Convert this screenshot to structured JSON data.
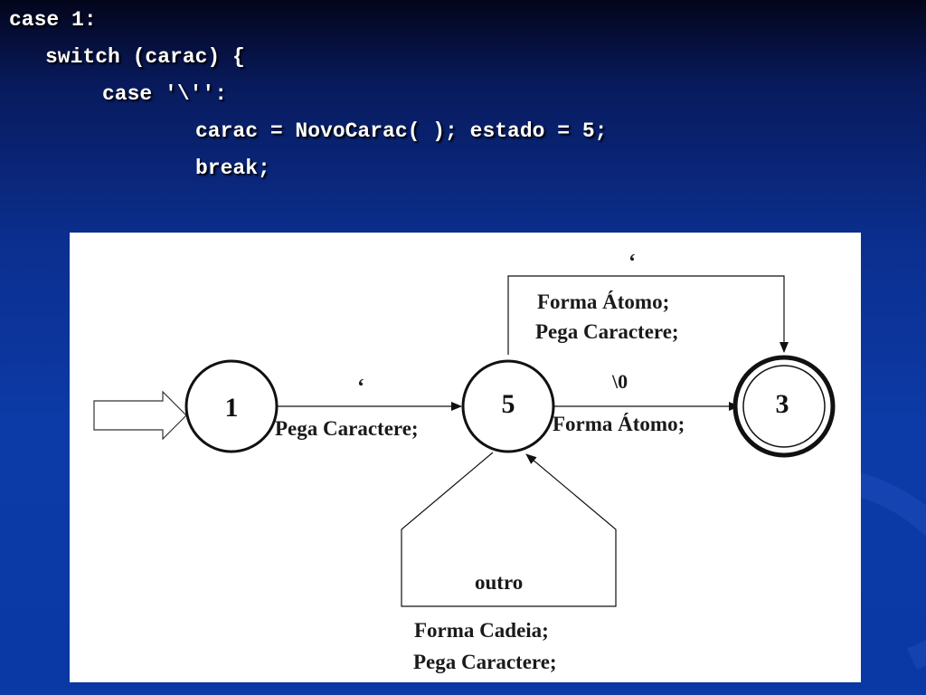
{
  "code": {
    "lines": [
      "case 1:",
      "switch (carac) {",
      "case '\\'':",
      "carac = NovoCarac( ); estado = 5;",
      "break;"
    ]
  },
  "diagram": {
    "states": [
      {
        "id": "1",
        "label": "1",
        "final": false
      },
      {
        "id": "5",
        "label": "5",
        "final": false
      },
      {
        "id": "3",
        "label": "3",
        "final": true
      }
    ],
    "transitions": {
      "t_1_5": {
        "symbol": "‘",
        "action": "Pega Caractere;"
      },
      "t_5_3": {
        "symbol": "\\0",
        "action": "Forma Átomo;"
      },
      "t_5_3_top": {
        "symbol": "‘",
        "action_line1": "Forma Átomo;",
        "action_line2": "Pega Caractere;"
      },
      "t_5_loop": {
        "symbol": "outro",
        "action_line1": "Forma Cadeia;",
        "action_line2": "Pega Caractere;"
      }
    },
    "colors": {
      "background": "#ffffff",
      "ink": "#111111",
      "slide_bg": "#0b2f8f"
    }
  }
}
